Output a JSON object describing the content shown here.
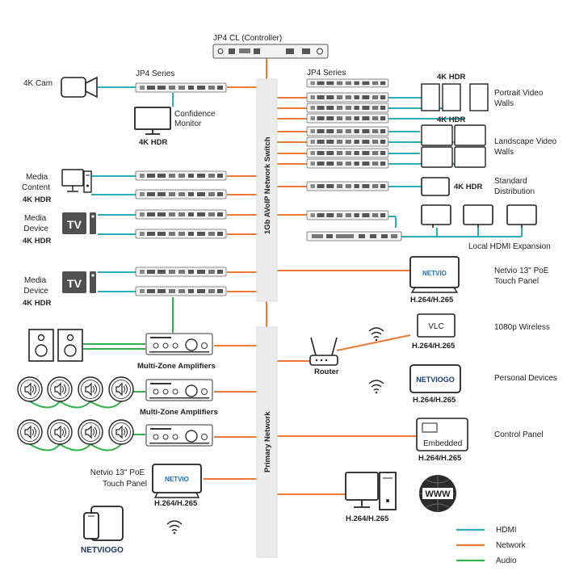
{
  "controller": {
    "label": "JP4 CL (Controller)"
  },
  "series": {
    "left": "JP4 Series",
    "right": "JP4 Series"
  },
  "switch": {
    "label": "1Gb AVoIP Network Switch"
  },
  "primary": {
    "label": "Primary Network"
  },
  "left": {
    "cam": "4K Cam",
    "confidence": [
      "Confidence",
      "Monitor"
    ],
    "confidence_hdr": "4K HDR",
    "media_content": [
      "Media",
      "Content"
    ],
    "media_content_hdr": "4K HDR",
    "media_device1": [
      "Media",
      "Device"
    ],
    "media_device1_hdr": "4K HDR",
    "media_device2": [
      "Media",
      "Device"
    ],
    "media_device2_hdr": "4K HDR",
    "tv_glyph": "TV",
    "amp1": "Multi-Zone Amplifiers",
    "amp2": "Multi-Zone Amplifiers",
    "touch_panel": [
      "Netvio 13\" PoE",
      "Touch Panel"
    ],
    "touch_panel_codec": "H.264/H.265",
    "touch_panel_logo": "NETVIO",
    "tablet_logo": "NETVIOGO"
  },
  "right": {
    "portrait_hdr": "4K HDR",
    "portrait": [
      "Portrait Video",
      "Walls"
    ],
    "landscape_hdr": "4K HDR",
    "landscape": [
      "Landscape Video",
      "Walls"
    ],
    "standard_hdr": "4K HDR",
    "standard": [
      "Standard",
      "Distribution"
    ],
    "local_hdmi": "Local HDMI Expansion",
    "touch_panel": [
      "Netvio 13\" PoE",
      "Touch Panel"
    ],
    "touch_panel_logo": "NETVIO",
    "touch_panel_codec": "H.264/H.265",
    "vlc": "VLC",
    "vlc_codec": "H.264/H.265",
    "wireless": "1080p Wireless",
    "router": "Router",
    "personal_logo": "NETVIOGO",
    "personal_codec": "H.264/H.265",
    "personal": "Personal Devices",
    "embedded": "Embedded",
    "embedded_codec": "H.264/H.265",
    "control_panel": "Control Panel",
    "pc_codec": "H.264/H.265",
    "www": "WWW"
  },
  "legend": [
    {
      "label": "HDMI",
      "color": "#2aaeb8"
    },
    {
      "label": "Network",
      "color": "#ec7a35"
    },
    {
      "label": "Audio",
      "color": "#2fb34a"
    }
  ],
  "colors": {
    "hdmi": "#2aaeb8",
    "network": "#ec7a35",
    "audio": "#2fb34a"
  }
}
